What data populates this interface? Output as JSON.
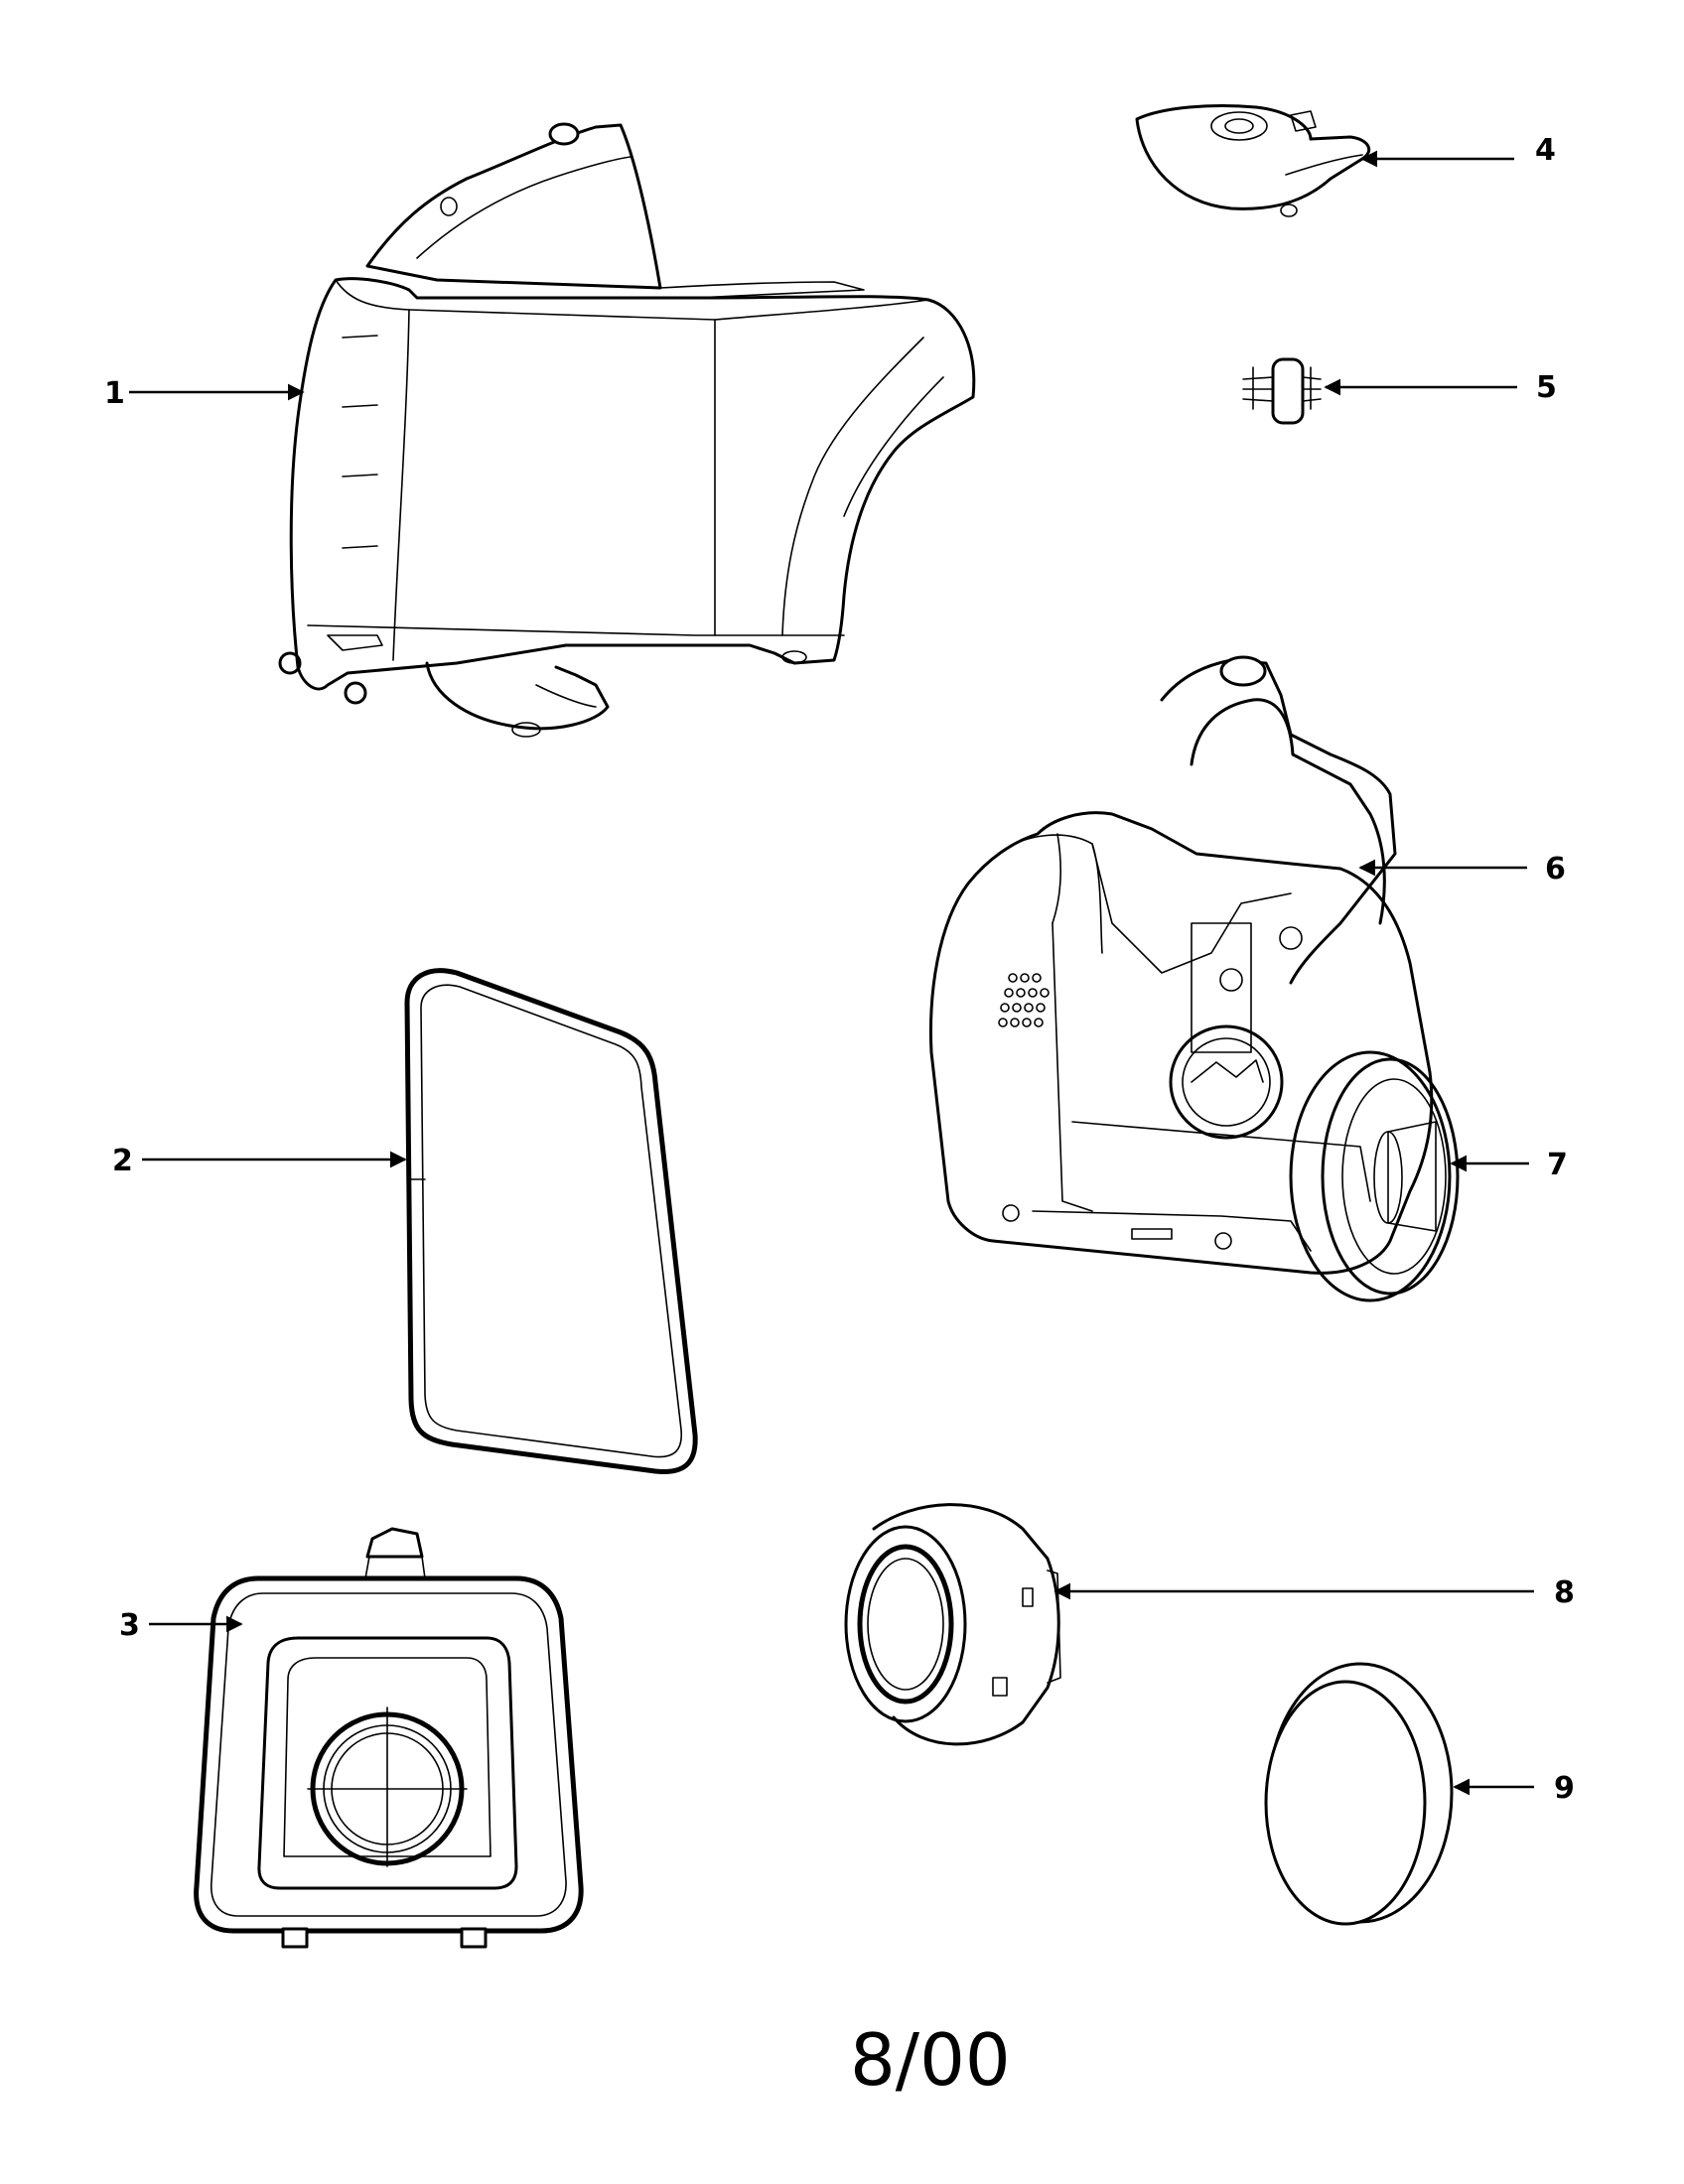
{
  "callouts": {
    "c1": "1",
    "c2": "2",
    "c3": "3",
    "c4": "4",
    "c5": "5",
    "c6": "6",
    "c7": "7",
    "c8": "8",
    "c9": "9"
  },
  "footer": {
    "date": "8/00"
  },
  "colors": {
    "line": "#000000",
    "background": "#ffffff"
  }
}
